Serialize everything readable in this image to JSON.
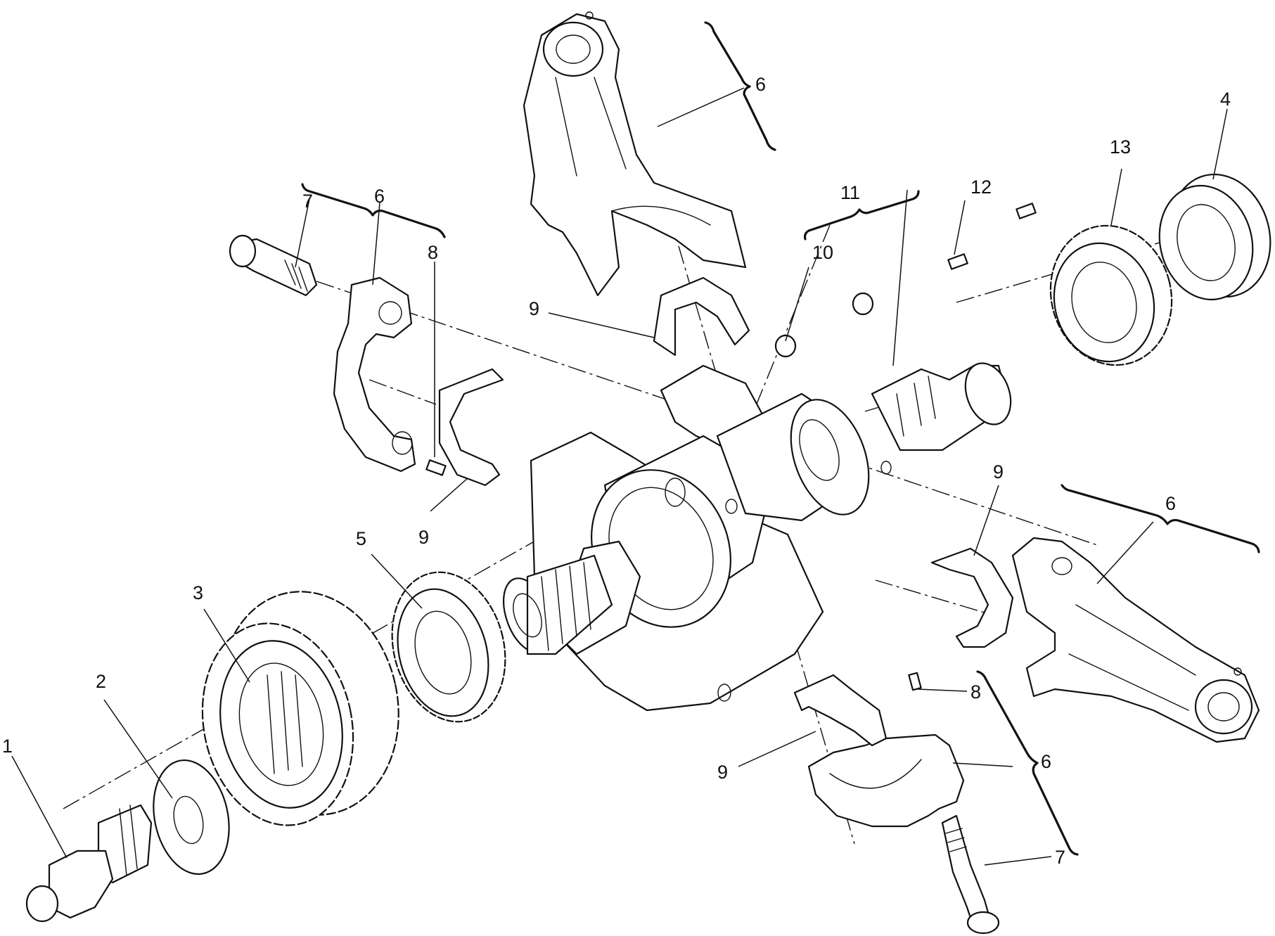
{
  "callouts": {
    "c1": "1",
    "c2": "2",
    "c3": "3",
    "c4": "4",
    "c5": "5",
    "c6_top": "6",
    "c6_left": "6",
    "c6_right": "6",
    "c6_bottom": "6",
    "c7_left": "7",
    "c7_bottom": "7",
    "c8_left": "8",
    "c8_bottom": "8",
    "c9_upper": "9",
    "c9_left": "9",
    "c9_right": "9",
    "c9_bottom": "9",
    "c10": "10",
    "c11": "11",
    "c12": "12",
    "c13": "13"
  },
  "style": {
    "ink": "#111111",
    "paper": "#ffffff"
  }
}
